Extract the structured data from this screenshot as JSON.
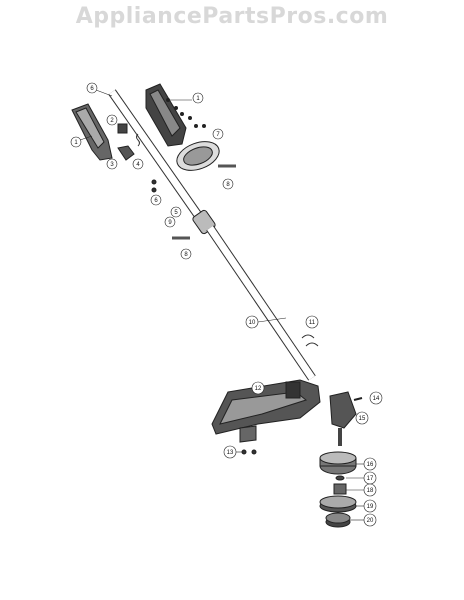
{
  "watermark": "AppliancePartsPros.com",
  "callouts": [
    {
      "id": "1",
      "label": "1"
    },
    {
      "id": "1b",
      "label": "1"
    },
    {
      "id": "2",
      "label": "2"
    },
    {
      "id": "3",
      "label": "3"
    },
    {
      "id": "4",
      "label": "4"
    },
    {
      "id": "5",
      "label": "5"
    },
    {
      "id": "6",
      "label": "6"
    },
    {
      "id": "6b",
      "label": "6"
    },
    {
      "id": "7",
      "label": "7"
    },
    {
      "id": "8",
      "label": "8"
    },
    {
      "id": "8b",
      "label": "8"
    },
    {
      "id": "9",
      "label": "9"
    },
    {
      "id": "10",
      "label": "10"
    },
    {
      "id": "11",
      "label": "11"
    },
    {
      "id": "12",
      "label": "12"
    },
    {
      "id": "13",
      "label": "13"
    },
    {
      "id": "14",
      "label": "14"
    },
    {
      "id": "15",
      "label": "15"
    },
    {
      "id": "16",
      "label": "16"
    },
    {
      "id": "17",
      "label": "17"
    },
    {
      "id": "18",
      "label": "18"
    },
    {
      "id": "19",
      "label": "19"
    },
    {
      "id": "20",
      "label": "20"
    }
  ]
}
